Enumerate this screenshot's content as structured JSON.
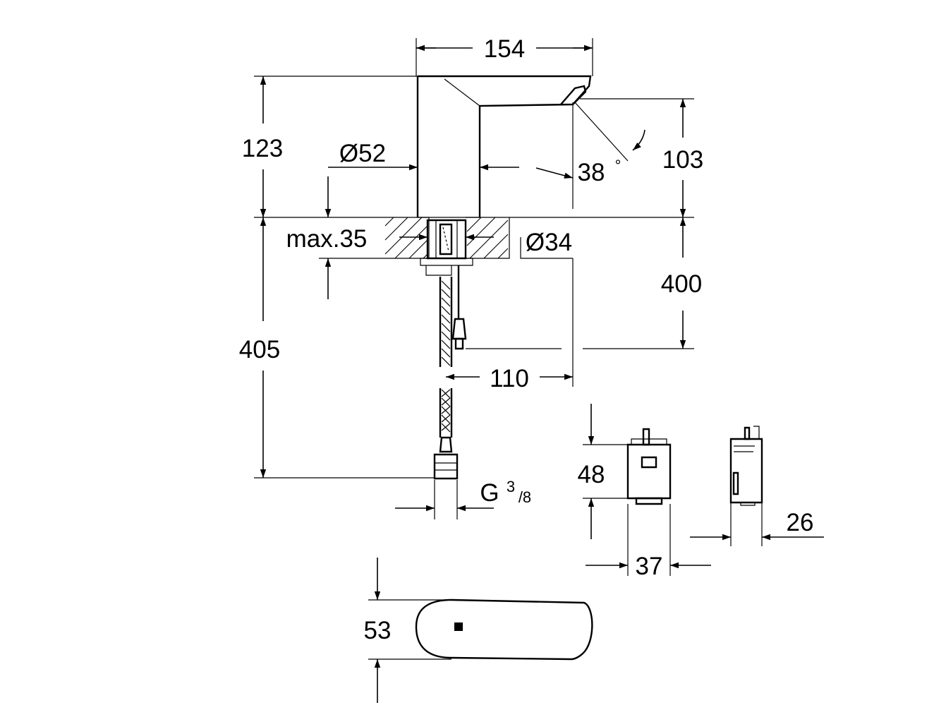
{
  "dimensions": {
    "width_top": "154",
    "height_upper": "123",
    "spout_diameter": "Ø52",
    "spout_angle": "38",
    "degree_symbol": "°",
    "outlet_height": "103",
    "max_thickness": "max.35",
    "hole_diameter": "Ø34",
    "hose_drop": "400",
    "total_below": "405",
    "offset": "110",
    "thread_g": "G",
    "thread_num": "3",
    "thread_den": "/8",
    "box_height": "48",
    "box_width": "37",
    "box_depth": "26",
    "base_height": "53"
  },
  "colors": {
    "line": "#000000",
    "background": "#ffffff"
  }
}
